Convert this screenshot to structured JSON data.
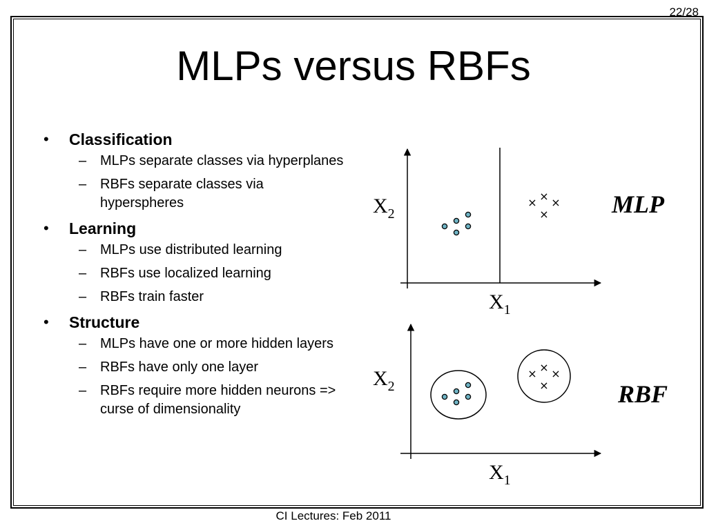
{
  "slide": {
    "page_number": "22/28",
    "title": "MLPs versus RBFs",
    "footer": "CI Lectures: Feb 2011"
  },
  "bullets": [
    {
      "heading": "Classification",
      "items": [
        "MLPs separate classes via hyperplanes",
        "RBFs separate classes via hyperspheres"
      ]
    },
    {
      "heading": "Learning",
      "items": [
        "MLPs use distributed learning",
        "RBFs use localized learning",
        "RBFs train faster"
      ]
    },
    {
      "heading": "Structure",
      "items": [
        "MLPs have one or more hidden layers",
        "RBFs have only one layer",
        "RBFs require more hidden neurons => curse of dimensionality"
      ]
    }
  ],
  "glyphs": {
    "bullet": "•",
    "dash": "–",
    "cross": "×"
  },
  "diagram": {
    "mlp": {
      "label": "MLP",
      "x_axis": {
        "letter": "X",
        "sub": "1"
      },
      "y_axis": {
        "letter": "X",
        "sub": "2"
      }
    },
    "rbf": {
      "label": "RBF",
      "x_axis": {
        "letter": "X",
        "sub": "1"
      },
      "y_axis": {
        "letter": "X",
        "sub": "2"
      }
    },
    "circle_class_color": "#6fb3c4"
  }
}
